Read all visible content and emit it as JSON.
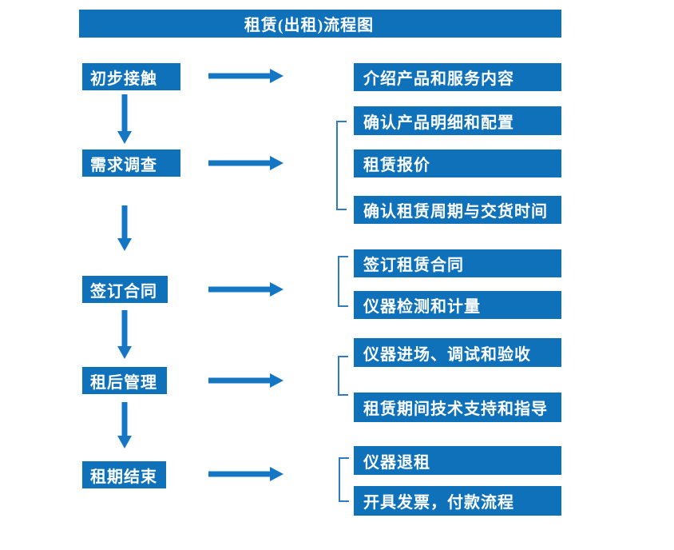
{
  "title": "租赁(出租)流程图",
  "colors": {
    "box_blue": "#0e71b9",
    "arrow_blue": "#1577c4",
    "bracket_blue": "#2f7bc3",
    "text_on_blue": "#ffffff",
    "background": "#ffffff"
  },
  "flow": [
    {
      "step": "初步接触",
      "details": [
        "介绍产品和服务内容"
      ]
    },
    {
      "step": "需求调查",
      "details": [
        "确认产品明细和配置",
        "租赁报价",
        "确认租赁周期与交货时间"
      ]
    },
    {
      "step": "签订合同",
      "details": [
        "签订租赁合同",
        "仪器检测和计量"
      ]
    },
    {
      "step": "租后管理",
      "details": [
        "仪器进场、调试和验收",
        "租赁期间技术支持和指导"
      ]
    },
    {
      "step": "租期结束",
      "details": [
        "仪器退租",
        "开具发票，付款流程"
      ]
    }
  ]
}
